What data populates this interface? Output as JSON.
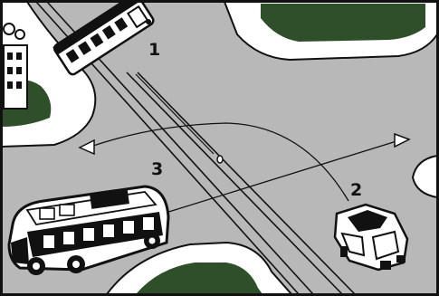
{
  "labels": {
    "tram": "1",
    "car": "2",
    "bus": "3"
  },
  "colors": {
    "road": "#b8b8b8",
    "sidewalk": "#ffffff",
    "grass": "#2f4f2a",
    "ink": "#111111",
    "frame": "#111111"
  },
  "icons": {
    "tram": "tram-icon",
    "car": "car-icon",
    "bus": "bus-icon"
  }
}
